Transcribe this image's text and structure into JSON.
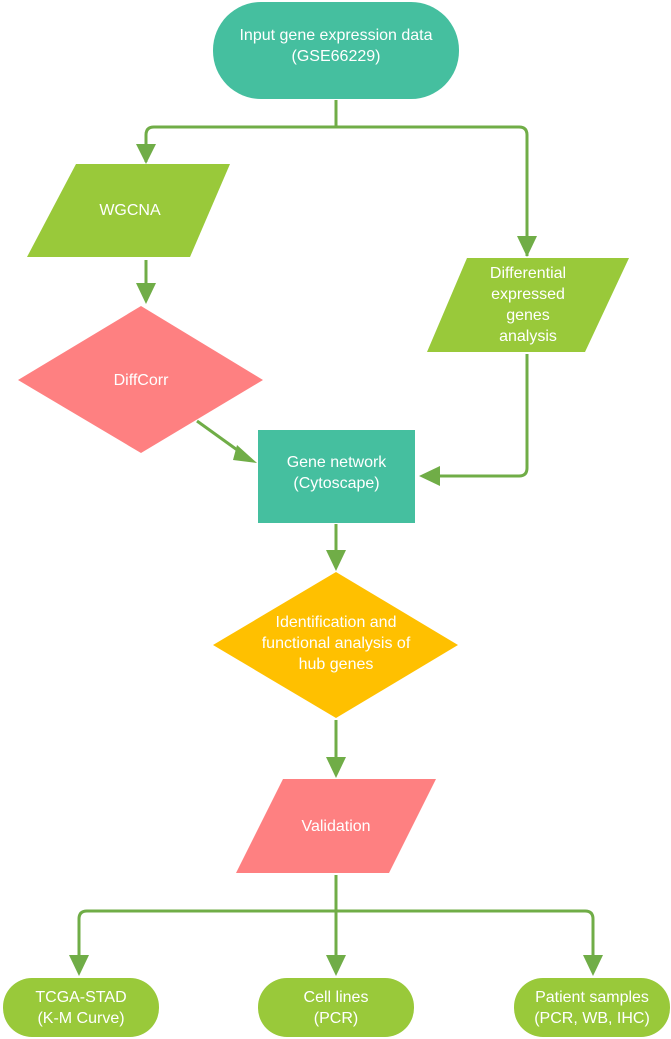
{
  "colors": {
    "teal": "#45bf9f",
    "green": "#99c93a",
    "pink": "#fe8081",
    "orange": "#ffc000",
    "arrow": "#70ad47"
  },
  "nodes": {
    "input": {
      "line1": "Input gene expression data",
      "line2": "(GSE66229)"
    },
    "wgcna": {
      "label": "WGCNA"
    },
    "deg": {
      "line1": "Differential",
      "line2": "expressed",
      "line3": "genes",
      "line4": "analysis"
    },
    "diffcorr": {
      "label": "DiffCorr"
    },
    "network": {
      "line1": "Gene network",
      "line2": "(Cytoscape)"
    },
    "hub": {
      "line1": "Identification and",
      "line2": "functional analysis of",
      "line3": "hub genes"
    },
    "validation": {
      "label": "Validation"
    },
    "tcga": {
      "line1": "TCGA-STAD",
      "line2": "(K-M Curve)"
    },
    "cells": {
      "line1": "Cell lines",
      "line2": "(PCR)"
    },
    "patients": {
      "line1": "Patient samples",
      "line2": "(PCR, WB, IHC)"
    }
  }
}
